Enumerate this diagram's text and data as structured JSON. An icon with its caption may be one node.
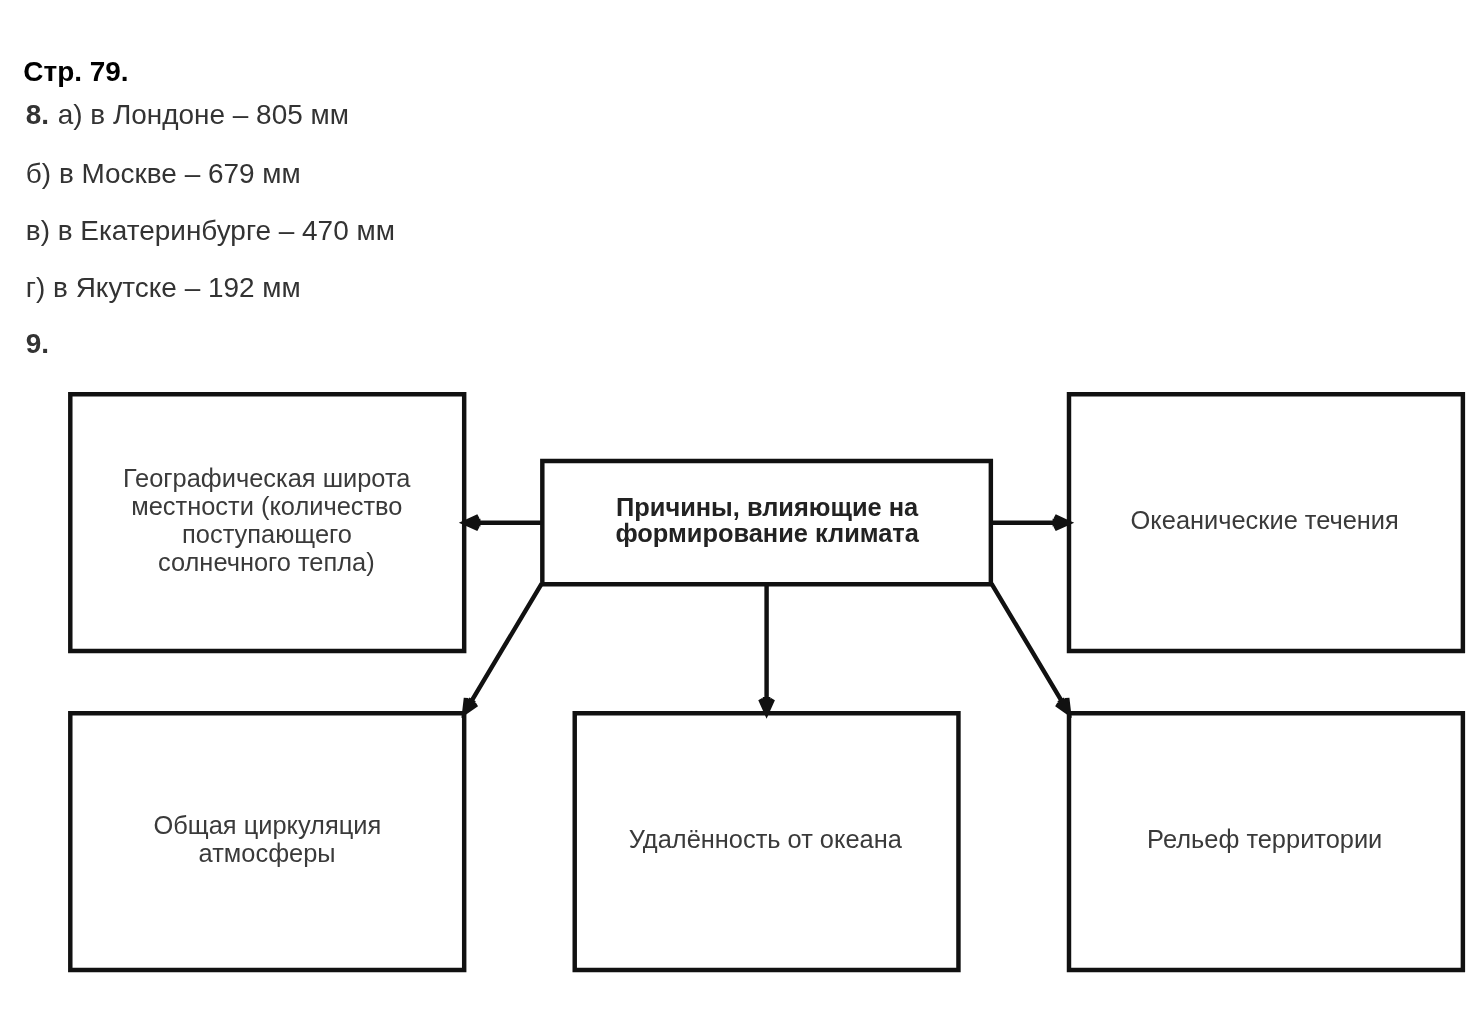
{
  "diagram": {
    "title": "Стр. 79.",
    "nodes": [
      {
        "text": [
          "Географическая широта местности (количество поступающего солнечного тепла)"
        ]
      },
      {
        "text": [
          "Причины, влияющие на формирование климата"
        ]
      },
      {
        "text": [
          "Океанические течения"
        ]
      },
      {
        "text": [
          "Общая циркуляция атмосферы"
        ]
      },
      {
        "text": [
          "Удалённость от океана"
        ]
      },
      {
        "text": [
          "Рельеф территории"
        ]
      }
    ],
    "edges": [
      {
        "from": 1,
        "to": 0,
        "arrow": "to"
      },
      {
        "from": 1,
        "to": 2,
        "arrow": "to"
      },
      {
        "from": 1,
        "to": 3,
        "arrow": "to"
      },
      {
        "from": 1,
        "to": 4,
        "arrow": "to"
      },
      {
        "from": 1,
        "to": 5,
        "arrow": "to"
      }
    ],
    "labels": [
      "**8.** а) в Лондоне – 805 мм",
      "б) в Москве – 679 мм",
      "в) в Екатеринбурге – 470 мм",
      "г) в Якутске – 192 мм",
      "9."
    ]
  }
}
